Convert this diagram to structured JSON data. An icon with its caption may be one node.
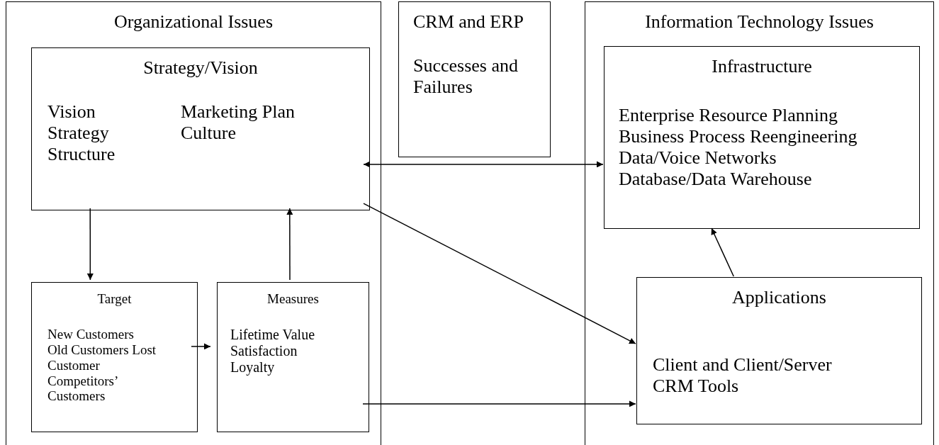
{
  "diagram": {
    "nodes": [
      {
        "text": [
          "Organizational Issues"
        ]
      },
      {
        "text": [
          "Strategy/Vision",
          "Vision Strategy Structure",
          "Marketing Plan Culture"
        ],
        "in": 0
      },
      {
        "text": [
          "Target",
          "New Customers Old Customers Lost Customer Competitors’ Customers"
        ],
        "in": 0
      },
      {
        "text": [
          "Measures",
          "Lifetime Value Satisfaction Loyalty"
        ],
        "in": 0
      },
      {
        "text": [
          "CRM and ERP",
          "Successes and Failures"
        ]
      },
      {
        "text": [
          "Information Technology Issues"
        ]
      },
      {
        "text": [
          "Infrastructure",
          "Enterprise Resource Planning Business Process Reengineering Data/Voice Networks Database/Data Warehouse"
        ],
        "in": 5
      },
      {
        "text": [
          "Applications",
          "Client and Client/Server CRM Tools"
        ],
        "in": 5
      }
    ],
    "edges": [
      {
        "from": 1,
        "to": 2,
        "arrow": "to"
      },
      {
        "from": 3,
        "to": 1,
        "arrow": "to"
      },
      {
        "from": 2,
        "to": 3,
        "arrow": "to"
      },
      {
        "from": 1,
        "to": 6,
        "arrow": "both"
      },
      {
        "from": 1,
        "to": 7,
        "arrow": "to"
      },
      {
        "from": 3,
        "to": 7,
        "arrow": "to"
      },
      {
        "from": 7,
        "to": 6,
        "arrow": "to"
      }
    ]
  }
}
